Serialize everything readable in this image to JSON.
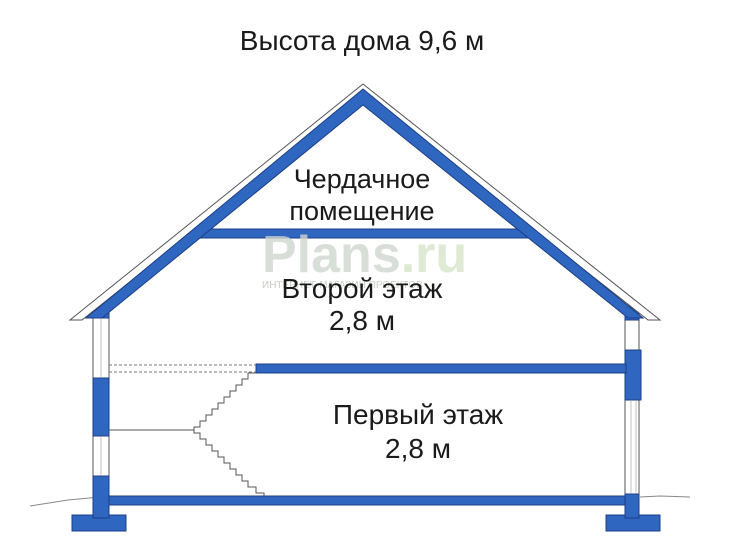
{
  "title": "Высота дома 9,6 м",
  "rooms": {
    "attic_line1": "Чердачное",
    "attic_line2": "помещение",
    "second_floor_name": "Второй этаж",
    "second_floor_height": "2,8 м",
    "first_floor_name": "Первый этаж",
    "first_floor_height": "2,8 м"
  },
  "watermark": {
    "brand": "Plans",
    "domain": ".ru",
    "tagline": "ИНТЕРНЕТ-МАГАЗИН ПРОЕКТОВ"
  },
  "colors": {
    "structure": "#2f66c0",
    "outline": "#1c3f86",
    "watermark": "#cfd6cf"
  }
}
